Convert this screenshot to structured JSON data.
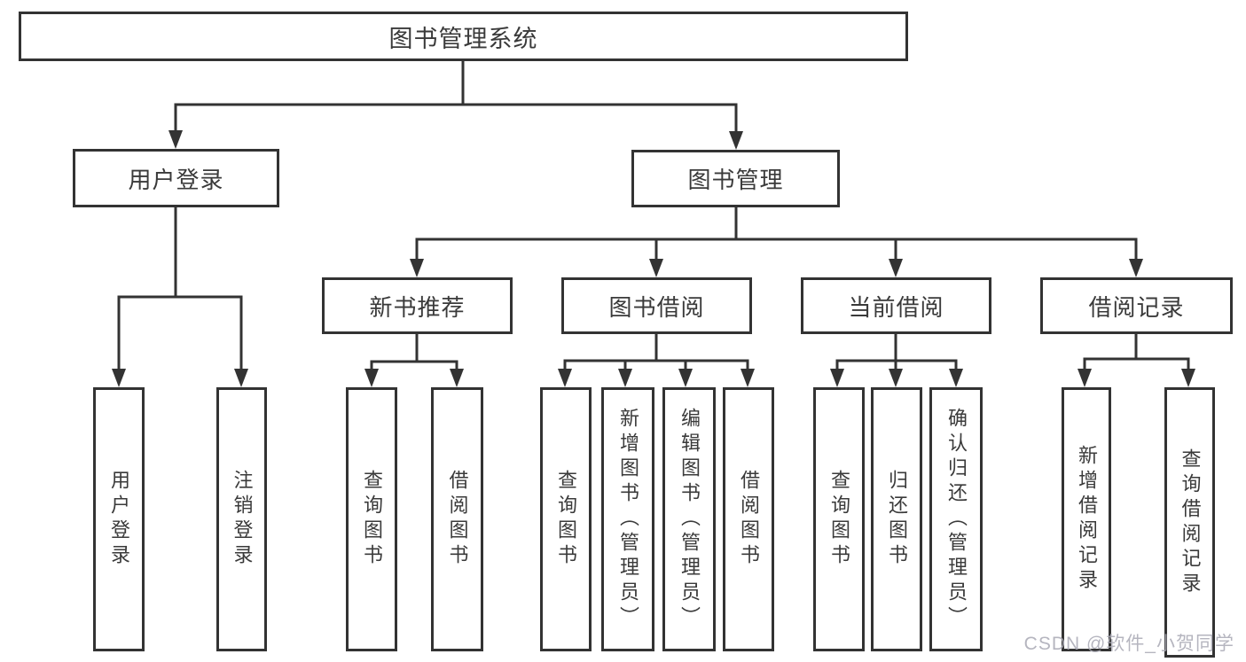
{
  "diagram_title": "图书管理系统",
  "tree": {
    "label": "图书管理系统",
    "children": [
      {
        "label": "用户登录",
        "children": [
          {
            "label": "用户登录"
          },
          {
            "label": "注销登录"
          }
        ]
      },
      {
        "label": "图书管理",
        "children": [
          {
            "label": "新书推荐",
            "children": [
              {
                "label": "查询图书"
              },
              {
                "label": "借阅图书"
              }
            ]
          },
          {
            "label": "图书借阅",
            "children": [
              {
                "label": "查询图书"
              },
              {
                "label": "新增图书（管理员）"
              },
              {
                "label": "编辑图书（管理员）"
              },
              {
                "label": "借阅图书"
              }
            ]
          },
          {
            "label": "当前借阅",
            "children": [
              {
                "label": "查询图书"
              },
              {
                "label": "归还图书"
              },
              {
                "label": "确认归还（管理员）"
              }
            ]
          },
          {
            "label": "借阅记录",
            "children": [
              {
                "label": "新增借阅记录"
              },
              {
                "label": "查询借阅记录"
              }
            ]
          }
        ]
      }
    ]
  },
  "watermark": {
    "text": "CSDN @软件_小贺同学"
  },
  "colors": {
    "line": "#333333",
    "box_border": "#333333",
    "text": "#3a3a3a",
    "background": "#ffffff",
    "watermark": "#a9a9b4"
  }
}
